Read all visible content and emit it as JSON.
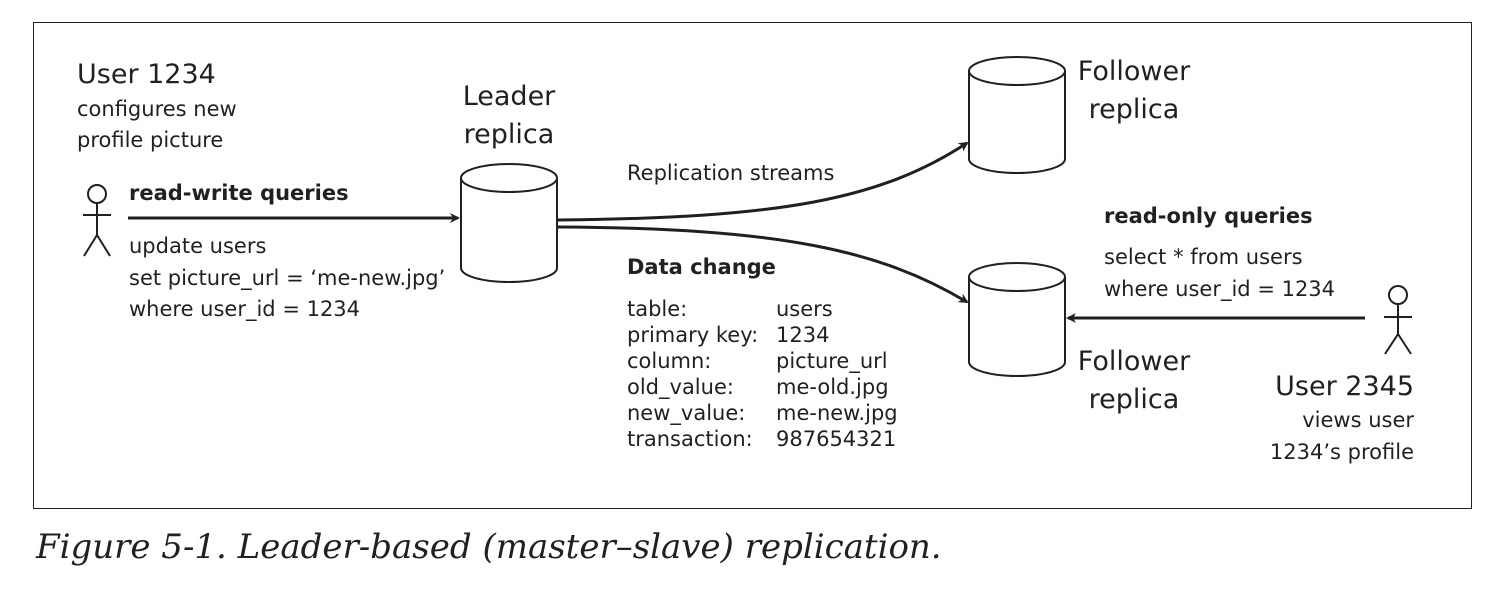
{
  "user_1234": {
    "title": "User 1234",
    "desc_1": "configures new",
    "desc_2": "profile picture"
  },
  "read_write": {
    "label": "read-write queries",
    "query_1": "update users",
    "query_2": "set picture_url = ‘me-new.jpg’",
    "query_3": "where user_id = 1234"
  },
  "leader": {
    "line_1": "Leader",
    "line_2": "replica"
  },
  "follower_top": {
    "line_1": "Follower",
    "line_2": "replica"
  },
  "follower_bottom": {
    "line_1": "Follower",
    "line_2": "replica"
  },
  "replication_label": "Replication streams",
  "data_change": {
    "title": "Data change",
    "rows": [
      {
        "key": "table:",
        "value": "users"
      },
      {
        "key": "primary key:",
        "value": "1234"
      },
      {
        "key": "column:",
        "value": "picture_url"
      },
      {
        "key": "old_value:",
        "value": "me-old.jpg"
      },
      {
        "key": "new_value:",
        "value": "me-new.jpg"
      },
      {
        "key": "transaction:",
        "value": "987654321"
      }
    ]
  },
  "read_only": {
    "label": "read-only queries",
    "query_1": "select * from users",
    "query_2": "where user_id = 1234"
  },
  "user_2345": {
    "title": "User 2345",
    "desc_1": "views user",
    "desc_2": "1234’s profile"
  },
  "caption": "Figure 5-1. Leader-based (master–slave) replication.",
  "colors": {
    "ink": "#231f20",
    "background": "#ffffff"
  }
}
